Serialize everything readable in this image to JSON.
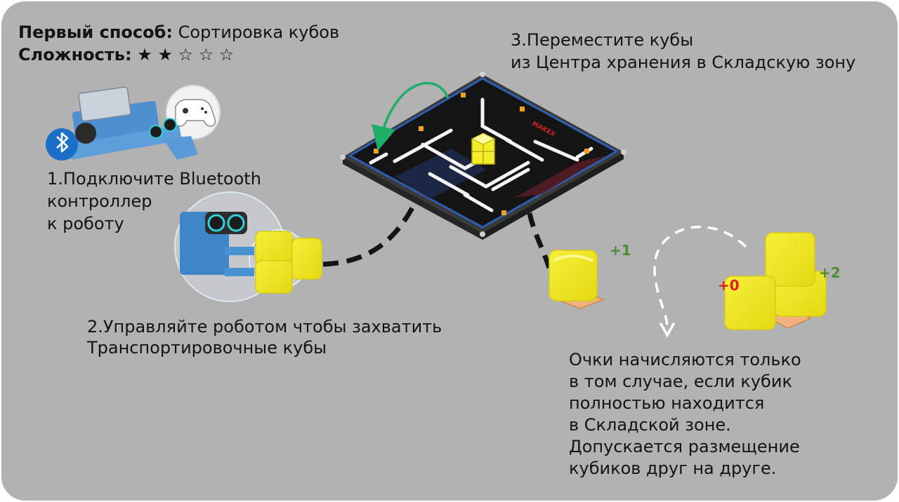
{
  "header": {
    "method_label": "Первый способ:",
    "method_value": "Сортировка кубов",
    "difficulty_label": "Сложность:",
    "difficulty_stars": "★ ★ ☆ ☆ ☆",
    "difficulty_rating": 2,
    "difficulty_max": 5
  },
  "steps": {
    "step1": [
      "1.Подключите Bluetooth",
      "контроллер",
      "к роботу"
    ],
    "step2": [
      "2.Управляйте роботом чтобы захватить",
      "Транспортировочные кубы"
    ],
    "step3": [
      "3.Переместите кубы",
      "из Центра хранения в Складскую зону"
    ]
  },
  "scores": {
    "plus1": "+1",
    "plus0": "+0",
    "plus2": "+2"
  },
  "board": {
    "logo_text": "MAKEX"
  },
  "note": [
    "Очки начисляются только",
    "в том случае, если кубик",
    "полностью находится",
    "в Складской зоне.",
    "Допускается размещение",
    "кубиков друг на друге."
  ],
  "colors": {
    "background": "#b2b2b2",
    "cube_yellow": "#f2ec1c",
    "score_green": "#4f8a35",
    "score_red": "#e02020",
    "arrow_green": "#1fae6a",
    "board_black": "#141414",
    "bluetooth_blue": "#1b6fc9"
  }
}
